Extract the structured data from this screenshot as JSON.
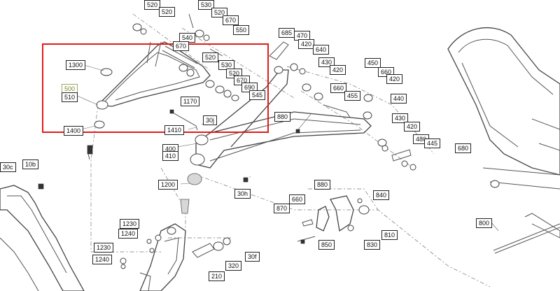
{
  "callouts": {
    "c520a": "520",
    "c530": "530",
    "c520b": "520",
    "c670a": "670",
    "c550": "550",
    "c540": "540",
    "c670b": "670",
    "c520c": "520",
    "c530b": "530",
    "c520d": "520",
    "c670c": "670",
    "c690": "690",
    "c545": "545",
    "c1300": "1300",
    "c500": "500",
    "c510": "510",
    "c1170": "1170",
    "c30j": "30j",
    "c1400": "1400",
    "c1410": "1410",
    "c685": "685",
    "c470": "470",
    "c420a": "420",
    "c640": "640",
    "c430a": "430",
    "c420b": "420",
    "c450": "450",
    "c660a": "660",
    "c420c": "420",
    "c660b": "660",
    "c455": "455",
    "c440": "440",
    "c880a": "880",
    "c430b": "430",
    "c420d": "420",
    "c480": "480",
    "c445": "445",
    "c680": "680",
    "c400": "400",
    "c410": "410",
    "c1200": "1200",
    "c30h": "30h",
    "c30c": "30c",
    "c10b": "10b",
    "c880b": "880",
    "c660c": "660",
    "c840": "840",
    "c870": "870",
    "c810": "810",
    "c850": "850",
    "c830": "830",
    "c800": "800",
    "c1230a": "1230",
    "c1240a": "1240",
    "c1230b": "1230",
    "c1240b": "1240",
    "c30f": "30f",
    "c320": "320",
    "c210": "210"
  },
  "colors": {
    "highlight": "#e01b1b",
    "line": "#444444",
    "callout_olive": "#7a8a2a"
  }
}
